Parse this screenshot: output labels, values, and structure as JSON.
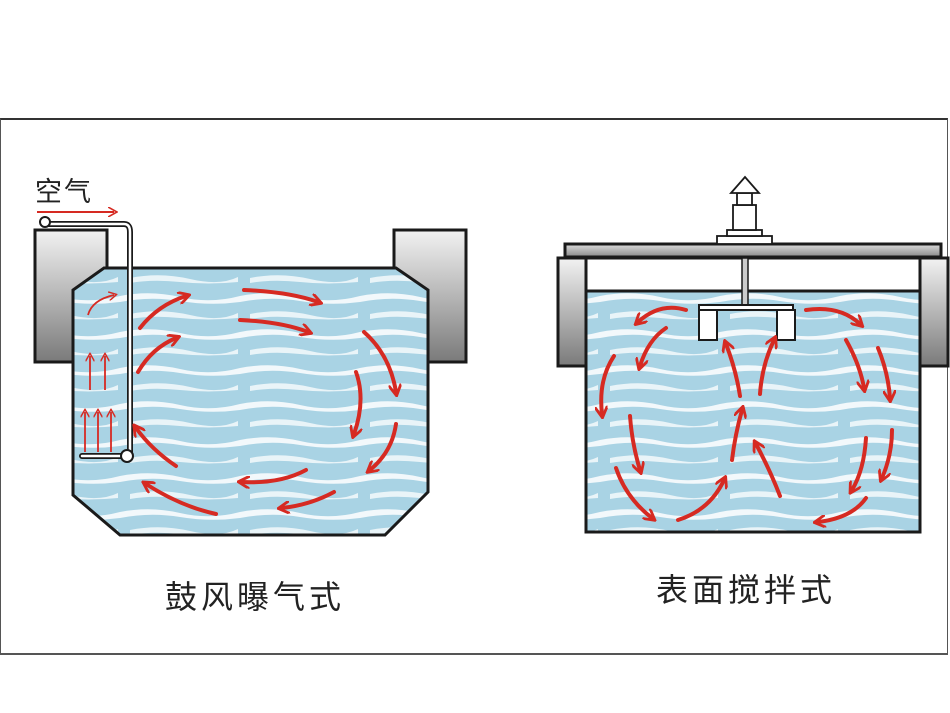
{
  "diagram": {
    "left_panel": {
      "caption": "鼓风曝气式",
      "air_label": "空气",
      "parts": [
        "tank",
        "air-pipe",
        "diffuser",
        "bubble-arrows",
        "circulation-arrows"
      ]
    },
    "right_panel": {
      "caption": "表面搅拌式",
      "parts": [
        "tank",
        "bridge",
        "motor",
        "shaft",
        "impeller",
        "circulation-arrows"
      ]
    },
    "colors": {
      "water": "#9fcde0",
      "arrow": "#d62a22",
      "outline": "#1a1a1a",
      "wall_gray": "#8a8a8a"
    }
  }
}
